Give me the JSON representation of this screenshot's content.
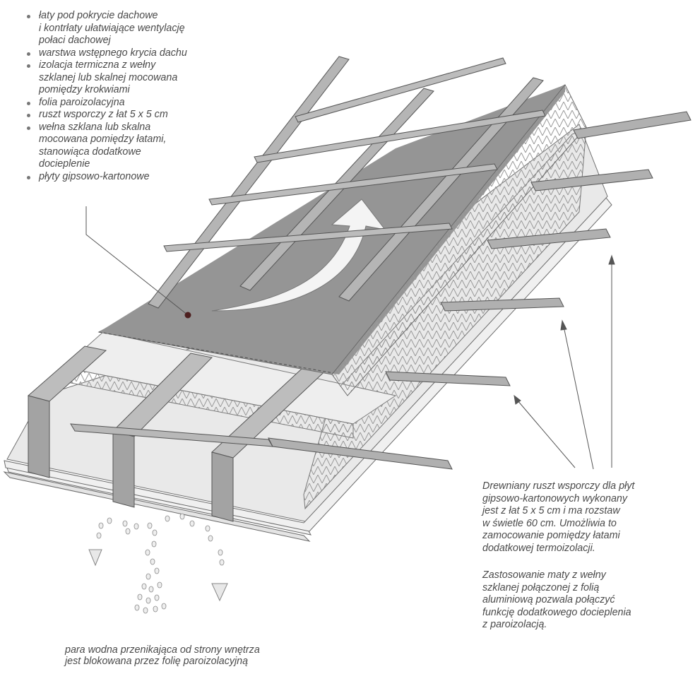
{
  "legend": {
    "items": [
      "łaty pod pokrycie dachowe\ni kontrłaty ułatwiające wentylację\npołaci dachowej",
      "warstwa wstępnego krycia dachu",
      "izolacja termiczna z wełny\nszklanej lub skalnej mocowana\npomiędzy krokwiami",
      "folia paroizolacyjna",
      "ruszt wsporczy z łat 5 x 5 cm",
      "wełna szklana lub skalna\nmocowana pomiędzy łatami,\nstanowiąca dodatkowe\ndocieplenie",
      "płyty gipsowo-kartonowe"
    ]
  },
  "notes": {
    "batten_note": "Drewniany ruszt wsporczy dla płyt\ngipsowo-kartonowych wykonany\njest z łat 5 x 5 cm i ma rozstaw\nw świetle 60 cm. Umożliwia to\nzamocowanie pomiędzy łatami\ndodatkowej termoizolacji.",
    "mat_note": "Zastosowanie maty z wełny\nszklanej połączonej z folią\naluminiową pozwala połączyć\nfunkcję dodatkowego docieplenia\nz paroizolacją.",
    "vapor_caption": "para wodna przenikająca od strony wnętrza\njest blokowana przez folię paroizolacyjną"
  },
  "colors": {
    "membrane": "#9d9d9d",
    "membrane_dark": "#8a8a8a",
    "timber": "#a9a9a9",
    "insulation": "#e6e6e6",
    "foil": "#d0d0d0",
    "line": "#555555",
    "leader_dot": "#4d1f1f"
  }
}
